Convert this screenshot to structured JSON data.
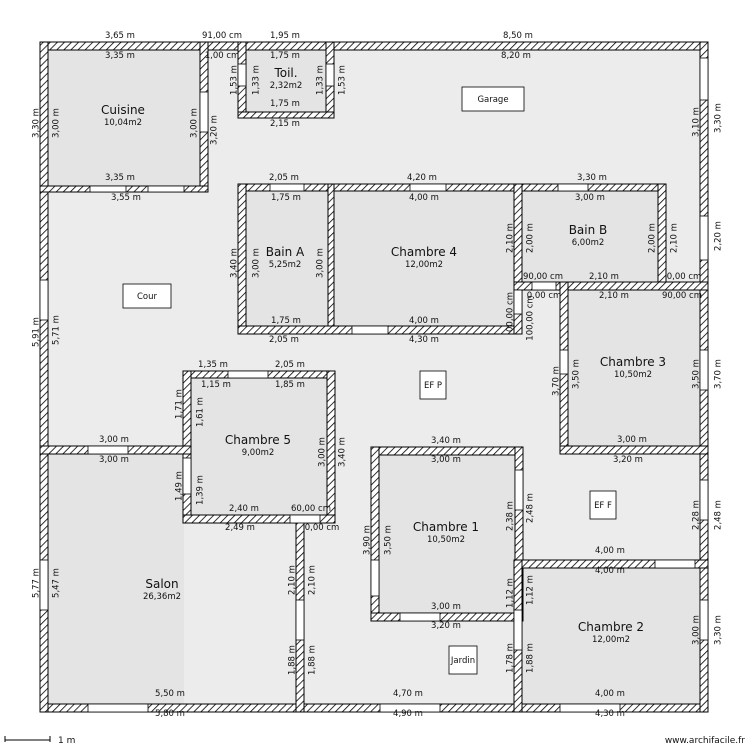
{
  "rooms": [
    {
      "name": "Toil.",
      "area": "2,32m2"
    },
    {
      "name": "Cuisine",
      "area": "10,04m2"
    },
    {
      "name": "Bain A",
      "area": "5,25m2"
    },
    {
      "name": "Chambre 4",
      "area": "12,00m2"
    },
    {
      "name": "Bain B",
      "area": "6,00m2"
    },
    {
      "name": "Chambre 3",
      "area": "10,50m2"
    },
    {
      "name": "Chambre 5",
      "area": "9,00m2"
    },
    {
      "name": "Chambre 1",
      "area": "10,50m2"
    },
    {
      "name": "Chambre 2",
      "area": "12,00m2"
    },
    {
      "name": "Salon",
      "area": "26,36m2"
    }
  ],
  "labels": {
    "garage": "Garage",
    "cour": "Cour",
    "efp": "EF P",
    "eff": "EF F",
    "jardin": "Jardin"
  },
  "dimensions": [
    "3,65 m",
    "91,00 cm",
    "1,95 m",
    "8,50 m",
    "3,35 m",
    "1,00 cm",
    "1,75 m",
    "8,20 m",
    "1,75 m",
    "2,15 m",
    "1,33 m",
    "1,33 m",
    "1,53 m",
    "1,53 m",
    "3,30 m",
    "3,00 m",
    "3,00 m",
    "3,20 m",
    "3,35 m",
    "3,55 m",
    "3,10 m",
    "3,30 m",
    "2,05 m",
    "4,20 m",
    "3,30 m",
    "1,75 m",
    "4,00 m",
    "3,00 m",
    "1,75 m",
    "2,05 m",
    "4,00 m",
    "4,30 m",
    "3,40 m",
    "3,00 m",
    "3,00 m",
    "2,10 m",
    "2,00 m",
    "2,00 m",
    "2,10 m",
    "2,20 m",
    "90,00 cm",
    "2,10 m",
    "0,00 cm",
    "0,00 cm",
    "2,10 m",
    "90,00 cm",
    "00,00 cm",
    "100,00 cm",
    "5,91 m",
    "5,71 m",
    "1,35 m",
    "2,05 m",
    "1,15 m",
    "1,85 m",
    "1,71 m",
    "1,61 m",
    "3,00 m",
    "3,40 m",
    "1,49 m",
    "1,39 m",
    "2,40 m",
    "60,00 cm",
    "2,49 m",
    "0,00 cm",
    "3,00 m",
    "3,00 m",
    "3,70 m",
    "3,50 m",
    "3,50 m",
    "3,70 m",
    "3,00 m",
    "3,20 m",
    "3,40 m",
    "3,00 m",
    "3,90 m",
    "3,50 m",
    "2,38 m",
    "2,48 m",
    "3,00 m",
    "3,20 m",
    "1,12 m",
    "1,12 m",
    "2,28 m",
    "2,48 m",
    "4,00 m",
    "4,00 m",
    "3,00 m",
    "3,30 m",
    "1,78 m",
    "1,88 m",
    "4,00 m",
    "4,30 m",
    "5,77 m",
    "5,47 m",
    "2,10 m",
    "2,10 m",
    "1,88 m",
    "1,88 m",
    "5,50 m",
    "5,80 m",
    "4,70 m",
    "4,90 m"
  ],
  "footer": {
    "scale": "1 m",
    "site": "www.archifacile.fr"
  }
}
